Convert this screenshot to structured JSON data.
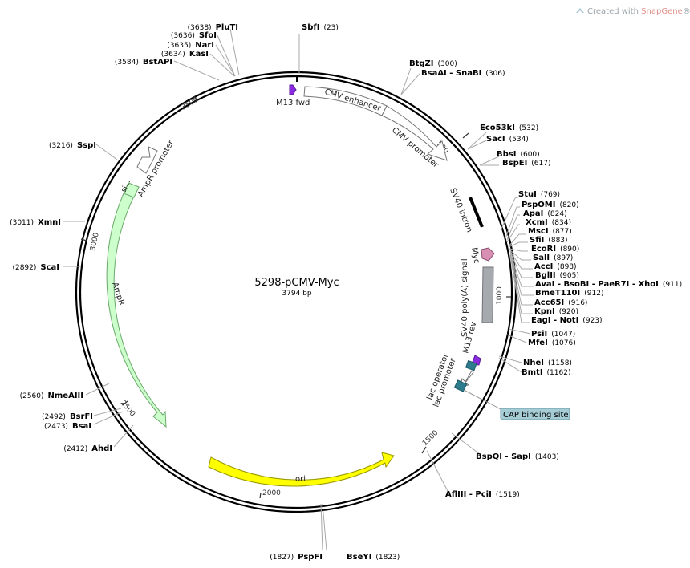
{
  "watermark": {
    "prefix": "Created with ",
    "brand": "SnapGene",
    "mark": "®"
  },
  "plasmid": {
    "name": "5298-pCMV-Myc",
    "length_label": "3794 bp",
    "length": 3794
  },
  "ticks": [
    "500",
    "1000",
    "1500",
    "2000",
    "2500",
    "3000",
    "3500"
  ],
  "features": [
    {
      "name": "CMV enhancer",
      "type": "arrow",
      "color": "#ffffff"
    },
    {
      "name": "CMV promoter",
      "type": "arrow",
      "color": "#ffffff"
    },
    {
      "name": "SV40 intron",
      "type": "bar",
      "color": "#000000"
    },
    {
      "name": "Myc",
      "type": "arrow",
      "color": "#d78fb4"
    },
    {
      "name": "SV40 poly(A) signal",
      "type": "box",
      "color": "#a6a9ae"
    },
    {
      "name": "M13 rev",
      "type": "arrow",
      "color": "#8a2be2"
    },
    {
      "name": "lac operator",
      "type": "box",
      "color": "#2e7d8f"
    },
    {
      "name": "lac promoter",
      "type": "arrow",
      "color": "#ffffff"
    },
    {
      "name": "CAP binding site",
      "type": "box",
      "color": "#2e7d8f"
    },
    {
      "name": "ori",
      "type": "arrow",
      "color": "#ffff00"
    },
    {
      "name": "AmpR",
      "type": "arrow",
      "color": "#ccffcc"
    },
    {
      "name": "AmpR promoter",
      "type": "arrow",
      "color": "#ffffff"
    },
    {
      "name": "M13 fwd",
      "type": "arrow",
      "color": "#8a2be2"
    }
  ],
  "sig_label": "si...",
  "enzymes": {
    "sbfi": {
      "name": "SbfI",
      "pos": "(23)"
    },
    "btgzi": {
      "name": "BtgZI",
      "pos": "(300)"
    },
    "bsaai": {
      "name": "BsaAI - SnaBI",
      "pos": "(306)"
    },
    "eco53ki": {
      "name": "Eco53kI",
      "pos": "(532)"
    },
    "saci": {
      "name": "SacI",
      "pos": "(534)"
    },
    "bbsi": {
      "name": "BbsI",
      "pos": "(600)"
    },
    "bspei": {
      "name": "BspEI",
      "pos": "(617)"
    },
    "stui": {
      "name": "StuI",
      "pos": "(769)"
    },
    "pspomi": {
      "name": "PspOMI",
      "pos": "(820)"
    },
    "apai": {
      "name": "ApaI",
      "pos": "(824)"
    },
    "xcmi": {
      "name": "XcmI",
      "pos": "(834)"
    },
    "msci": {
      "name": "MscI",
      "pos": "(877)"
    },
    "sfii": {
      "name": "SfiI",
      "pos": "(883)"
    },
    "ecori": {
      "name": "EcoRI",
      "pos": "(890)"
    },
    "sali": {
      "name": "SalI",
      "pos": "(897)"
    },
    "acci": {
      "name": "AccI",
      "pos": "(898)"
    },
    "bglii": {
      "name": "BglII",
      "pos": "(905)"
    },
    "avai": {
      "name": "AvaI - BsoBI - PaeR7I - XhoI",
      "pos": "(911)"
    },
    "bmet110i": {
      "name": "BmeT110I",
      "pos": "(912)"
    },
    "acc65i": {
      "name": "Acc65I",
      "pos": "(916)"
    },
    "kpni": {
      "name": "KpnI",
      "pos": "(920)"
    },
    "eagi": {
      "name": "EagI - NotI",
      "pos": "(923)"
    },
    "psii": {
      "name": "PsiI",
      "pos": "(1047)"
    },
    "mfei": {
      "name": "MfeI",
      "pos": "(1076)"
    },
    "nhei": {
      "name": "NheI",
      "pos": "(1158)"
    },
    "bmti": {
      "name": "BmtI",
      "pos": "(1162)"
    },
    "bspqi": {
      "name": "BspQI - SapI",
      "pos": "(1403)"
    },
    "aflIII": {
      "name": "AflIII - PciI",
      "pos": "(1519)"
    },
    "bseyi": {
      "name": "BseYI",
      "pos": "(1823)"
    },
    "pspfi": {
      "name": "PspFI",
      "pos": "(1827)"
    },
    "ahdi": {
      "name": "AhdI",
      "pos": "(2412)"
    },
    "bsai": {
      "name": "BsaI",
      "pos": "(2473)"
    },
    "bsrfi": {
      "name": "BsrFI",
      "pos": "(2492)"
    },
    "nmeaiii": {
      "name": "NmeAIII",
      "pos": "(2560)"
    },
    "scai": {
      "name": "ScaI",
      "pos": "(2892)"
    },
    "xmni": {
      "name": "XmnI",
      "pos": "(3011)"
    },
    "sspi": {
      "name": "SspI",
      "pos": "(3216)"
    },
    "bstapi": {
      "name": "BstAPI",
      "pos": "(3584)"
    },
    "kasi": {
      "name": "KasI",
      "pos": "(3634)"
    },
    "nari": {
      "name": "NarI",
      "pos": "(3635)"
    },
    "sfoi": {
      "name": "SfoI",
      "pos": "(3636)"
    },
    "pluti": {
      "name": "PluTI",
      "pos": "(3638)"
    }
  }
}
